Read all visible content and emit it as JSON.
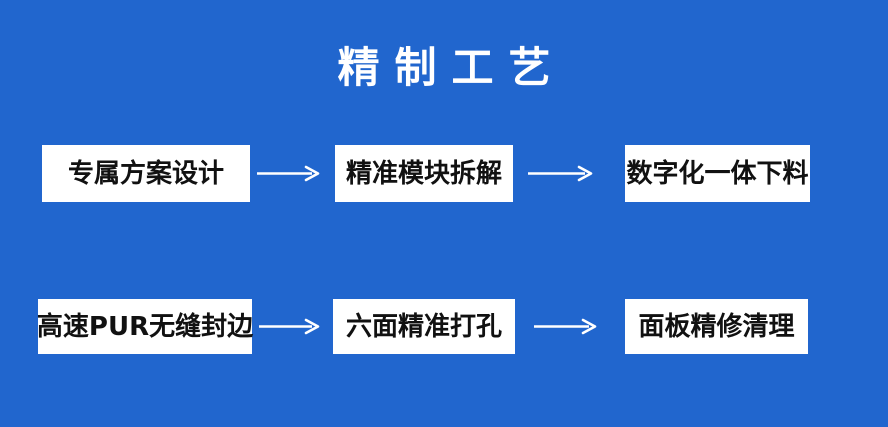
{
  "page": {
    "title": "精制工艺"
  },
  "flow": {
    "rows": [
      {
        "steps": [
          {
            "label": "专属方案设计"
          },
          {
            "label": "精准模块拆解"
          },
          {
            "label": "数字化一体下料"
          }
        ]
      },
      {
        "steps": [
          {
            "label": "高速PUR无缝封边"
          },
          {
            "label": "六面精准打孔"
          },
          {
            "label": "面板精修清理"
          }
        ]
      }
    ]
  },
  "icons": {
    "connector": "arrow-right-icon"
  },
  "colors": {
    "background": "#2166CE",
    "box_background": "#FFFFFF",
    "box_text": "#111111",
    "title_text": "#FFFFFF",
    "arrow": "#FFFFFF"
  }
}
